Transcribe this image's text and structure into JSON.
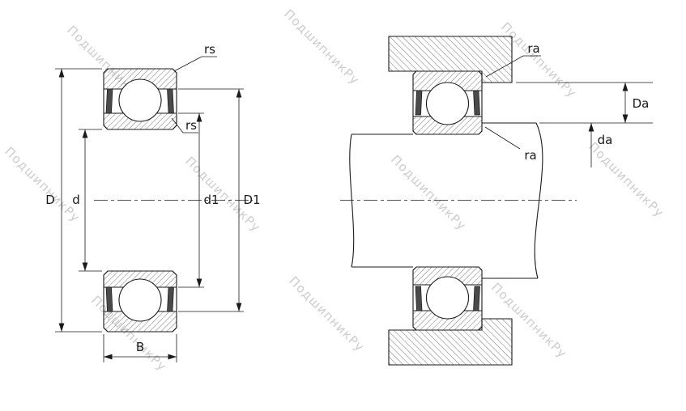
{
  "colors": {
    "line": "#1a1a1a",
    "watermark": "#c8c8c8",
    "background": "#ffffff"
  },
  "watermark": {
    "text": "ПодшипникРу"
  },
  "left_view": {
    "labels": {
      "rs_outer": "rs",
      "rs_inner": "rs",
      "D": "D",
      "d": "d",
      "d1": "d1",
      "D1": "D1",
      "B": "B"
    }
  },
  "right_view": {
    "labels": {
      "ra_housing": "ra",
      "ra_shaft": "ra",
      "Da": "Da",
      "da": "da"
    }
  }
}
